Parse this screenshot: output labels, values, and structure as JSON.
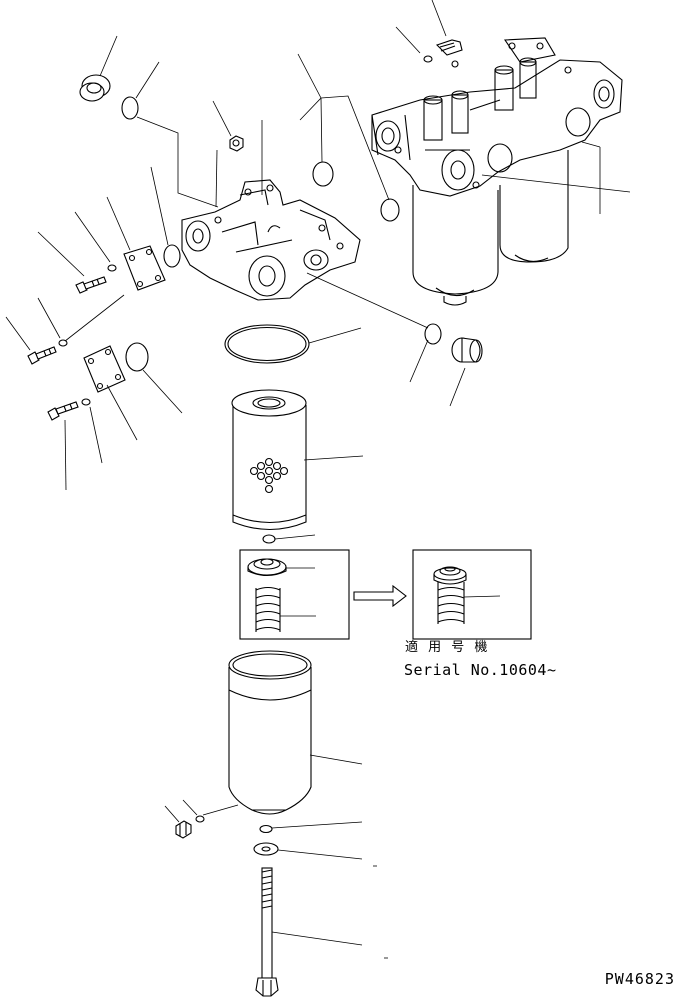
{
  "figure": {
    "code": "PW46823",
    "applicable_label": "適 用 号 機",
    "serial_label": "Serial No.10604~"
  }
}
